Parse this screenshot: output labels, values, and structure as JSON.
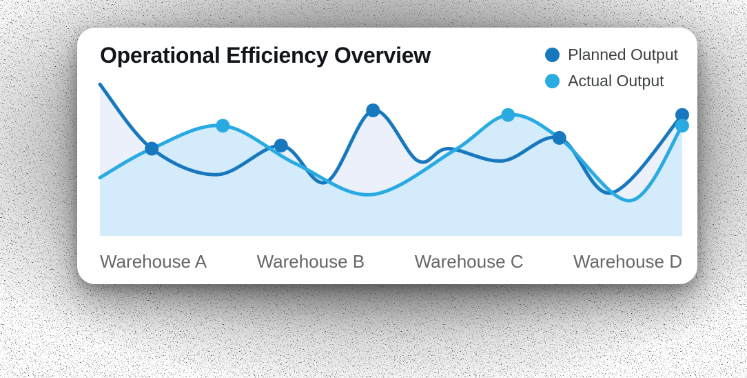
{
  "card": {
    "background": "#FFFFFF",
    "title_color": "#12161A",
    "axis_label_color": "#666666"
  },
  "chart_data": {
    "type": "area",
    "title": "Operational Efficiency Overview",
    "categories": [
      "Warehouse A",
      "Warehouse B",
      "Warehouse C",
      "Warehouse D"
    ],
    "xlabel": "",
    "ylabel": "",
    "ylim": [
      0,
      100
    ],
    "y_axis_shown": false,
    "gridlines": false,
    "legend_position": "top-right",
    "series": [
      {
        "name": "Planned Output",
        "color": "#1878BE",
        "fill": "#ECF0FB",
        "line_width": 5,
        "points": [
          {
            "x": 0,
            "v": 99
          },
          {
            "x": 8.9,
            "v": 57
          },
          {
            "x": 20.1,
            "v": 40
          },
          {
            "x": 31.1,
            "v": 59
          },
          {
            "x": 38.8,
            "v": 35
          },
          {
            "x": 46.9,
            "v": 82
          },
          {
            "x": 54.6,
            "v": 49
          },
          {
            "x": 59.8,
            "v": 57
          },
          {
            "x": 69.2,
            "v": 49
          },
          {
            "x": 78.9,
            "v": 64
          },
          {
            "x": 87.8,
            "v": 28
          },
          {
            "x": 100,
            "v": 79
          }
        ],
        "markers": [
          1,
          3,
          5,
          9,
          11
        ]
      },
      {
        "name": "Actual Output",
        "color": "#29ABE2",
        "fill": "#D3EBFA",
        "line_width": 5,
        "points": [
          {
            "x": 0,
            "v": 38
          },
          {
            "x": 8.9,
            "v": 57
          },
          {
            "x": 21.1,
            "v": 72
          },
          {
            "x": 33.7,
            "v": 47
          },
          {
            "x": 46.7,
            "v": 27
          },
          {
            "x": 60.9,
            "v": 56
          },
          {
            "x": 70.1,
            "v": 79
          },
          {
            "x": 78.9,
            "v": 64
          },
          {
            "x": 91.1,
            "v": 23
          },
          {
            "x": 100,
            "v": 72
          }
        ],
        "markers": [
          2,
          6,
          9
        ]
      }
    ]
  }
}
